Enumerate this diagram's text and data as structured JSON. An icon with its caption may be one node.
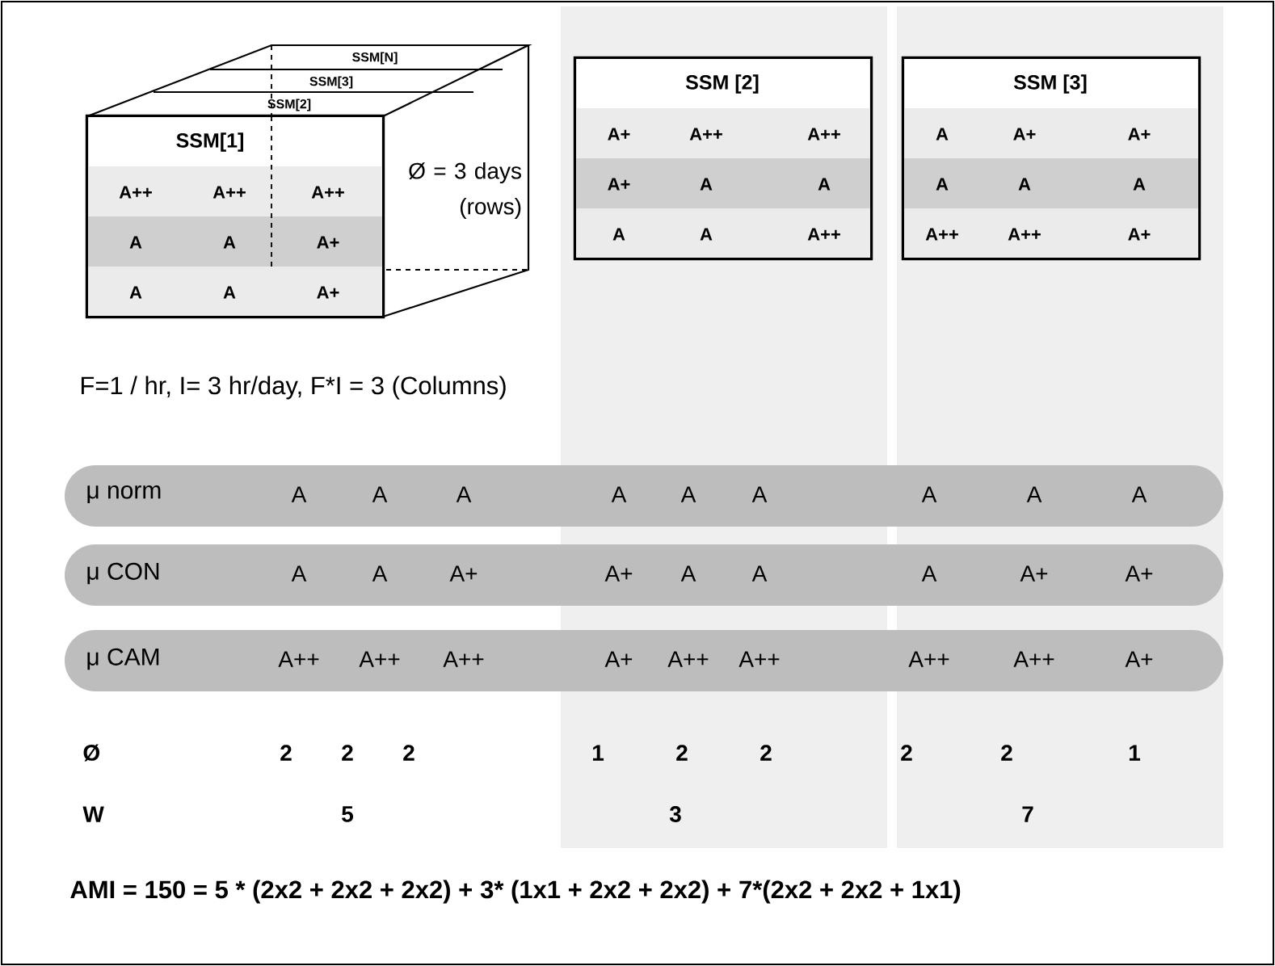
{
  "diagram": {
    "nodes": [
      {
        "text": [
          "SSM[1]",
          "A++",
          "A++",
          "A++",
          "A",
          "A",
          "A+",
          "A",
          "A",
          "A+"
        ]
      },
      {
        "text": [
          "SSM [2]",
          "A+",
          "A++",
          "A++",
          "A+",
          "A",
          "A",
          "A",
          "A",
          "A++"
        ]
      },
      {
        "text": [
          "SSM [3]",
          "A",
          "A+",
          "A+",
          "A",
          "A",
          "A",
          "A++",
          "A++",
          "A+"
        ]
      },
      {
        "text": [
          "μ norm",
          "A",
          "A",
          "A",
          "A",
          "A",
          "A",
          "A",
          "A",
          "A"
        ]
      },
      {
        "text": [
          "μ CON",
          "A",
          "A",
          "A+",
          "A+",
          "A",
          "A",
          "A",
          "A+",
          "A+"
        ]
      },
      {
        "text": [
          "μ CAM",
          "A++",
          "A++",
          "A++",
          "A+",
          "A++",
          "A++",
          "A++",
          "A++",
          "A+"
        ]
      }
    ],
    "labels": [
      "SSM[N]",
      "SSM[3]",
      "SSM[2]",
      "Ø = 3 days (rows)",
      "F=1 / hr, I= 3 hr/day, F*I = 3 (Columns)",
      "Ø",
      "2",
      "2",
      "2",
      "1",
      "2",
      "2",
      "2",
      "2",
      "1",
      "W",
      "5",
      "3",
      "7",
      "AMI = 150 =  5 * (2x2 + 2x2 + 2x2) +",
      "3* (1x1 + 2x2 + 2x2) +",
      "7*(2x2 + 2x2 + 1x1)"
    ]
  }
}
